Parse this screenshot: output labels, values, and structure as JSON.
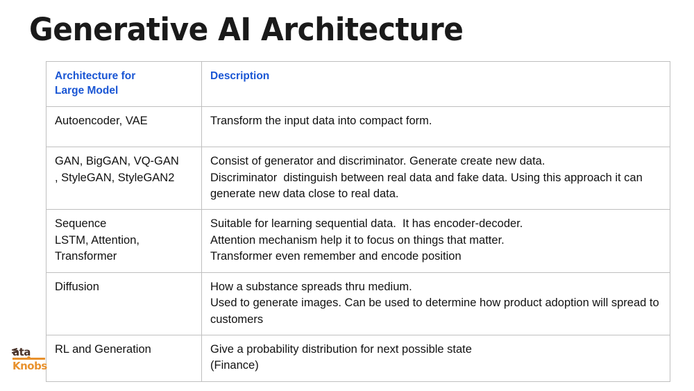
{
  "slide": {
    "title": "Generative AI Architecture",
    "background_color": "#ffffff",
    "title_color": "#1a1a1a"
  },
  "table": {
    "header_color": "#1a56d4",
    "border_color": "#bfbfbf",
    "columns": [
      {
        "key": "architecture",
        "label_lines": [
          "Architecture for",
          "Large Model"
        ]
      },
      {
        "key": "description",
        "label_lines": [
          "Description"
        ]
      }
    ],
    "rows": [
      {
        "architecture_lines": [
          "Autoencoder, VAE"
        ],
        "description_lines": [
          "Transform the input data into compact form."
        ]
      },
      {
        "architecture_lines": [
          "GAN, BigGAN, VQ-GAN",
          ", StyleGAN, StyleGAN2"
        ],
        "description_lines": [
          "Consist of generator and discriminator. Generate create new data.",
          "Discriminator  distinguish between real data and fake data. Using this approach it can generate new data close to real data."
        ]
      },
      {
        "architecture_lines": [
          "Sequence",
          "LSTM, Attention, Transformer"
        ],
        "description_lines": [
          "Suitable for learning sequential data.  It has encoder-decoder.",
          "Attention mechanism help it to focus on things that matter.",
          "Transformer even remember and encode position"
        ]
      },
      {
        "architecture_lines": [
          "Diffusion"
        ],
        "description_lines": [
          "How a substance spreads thru medium.",
          "Used to generate images. Can be used to determine how product adoption will spread to customers"
        ]
      },
      {
        "architecture_lines": [
          "RL and Generation"
        ],
        "description_lines": [
          "Give a probability distribution for next possible state",
          "(Finance)"
        ]
      }
    ]
  },
  "logo": {
    "top_text": "ata",
    "bottom_text": "Knobs",
    "dark_color": "#49332a",
    "accent_color": "#e8912d"
  }
}
